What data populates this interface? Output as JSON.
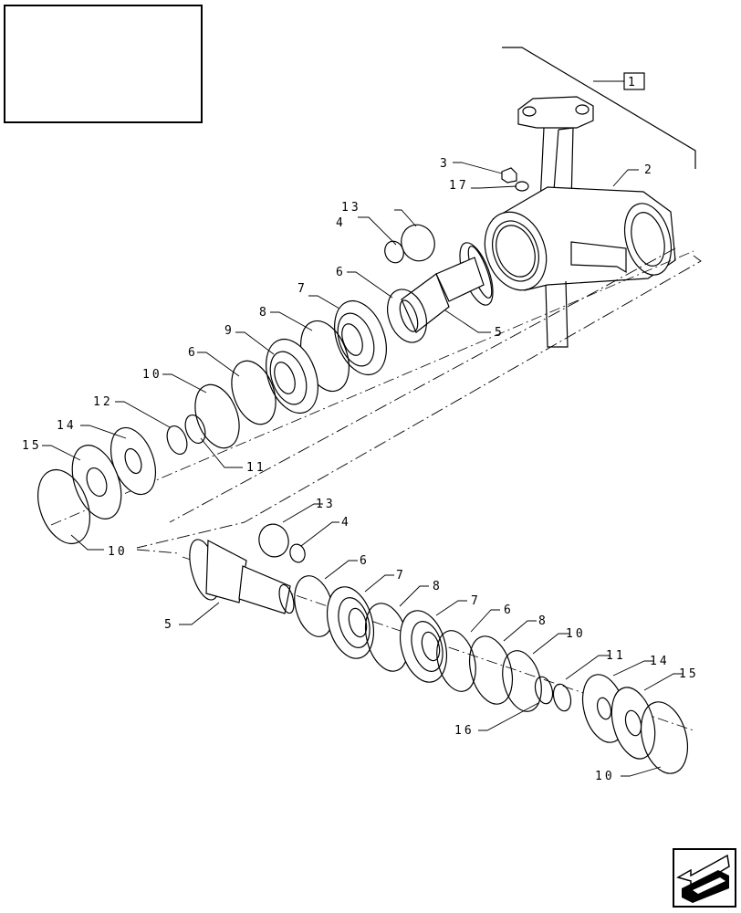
{
  "reference_box": {
    "label": "1"
  },
  "callouts": {
    "c1": "1",
    "c2": "2",
    "c3": "3",
    "c17a": "17",
    "c13a": "13",
    "c4a": "4",
    "c6a": "6",
    "c7a": "7",
    "c8a": "8",
    "c9": "9",
    "c6b": "6",
    "c10a": "10",
    "c12": "12",
    "c14a": "14",
    "c15a": "15",
    "c10b": "10",
    "c11a": "11",
    "c5a": "5",
    "c13b": "13",
    "c4b": "4",
    "c6c": "6",
    "c7b": "7",
    "c8b": "8",
    "c7c": "7",
    "c6d": "6",
    "c8c": "8",
    "c10c": "10",
    "c11b": "11",
    "c14b": "14",
    "c15b": "15",
    "c16": "16",
    "c10d": "10",
    "c5b": "5"
  },
  "icons": {
    "title_block": "title-block-frame",
    "navigation": "arrow-navigation-icon"
  }
}
